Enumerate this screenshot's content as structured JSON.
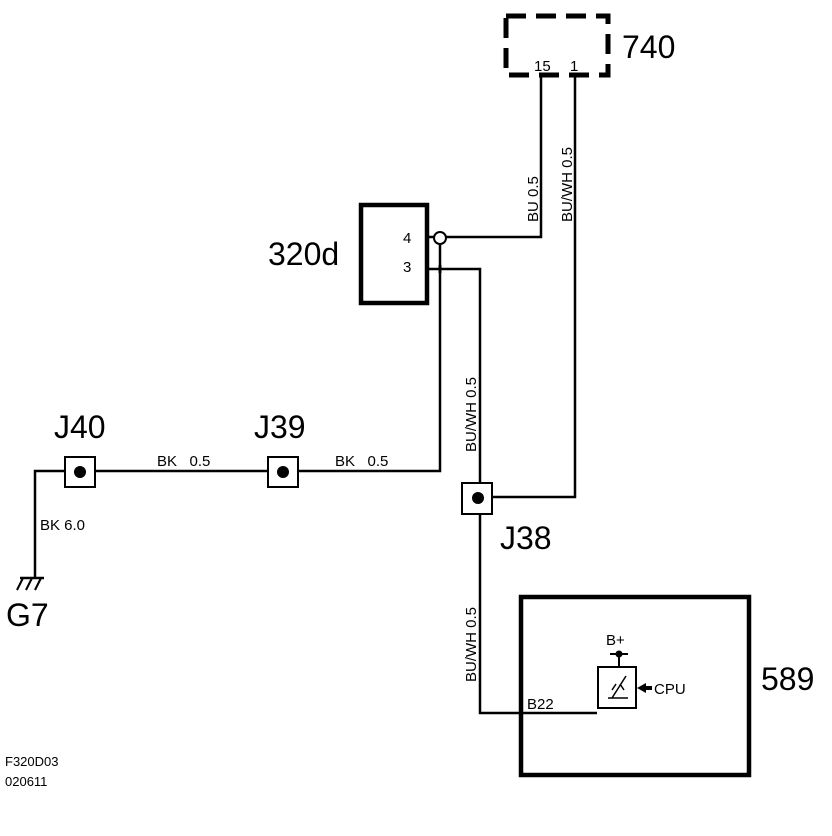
{
  "components": {
    "c740": {
      "id": "740",
      "pin_15": "15",
      "pin_1": "1"
    },
    "c320d": {
      "id": "320d",
      "pin_4": "4",
      "pin_3": "3"
    },
    "c589": {
      "id": "589",
      "b_plus": "B+",
      "cpu": "CPU",
      "pin": "B22"
    }
  },
  "junctions": {
    "j40": "J40",
    "j39": "J39",
    "j38": "J38"
  },
  "ground": "G7",
  "wires": {
    "w_bu": "BU  0.5",
    "w_buwh_740": "BU/WH  0.5",
    "w_buwh_320": "BU/WH  0.5",
    "w_buwh_589": "BU/WH  0.5",
    "w_bk_j40_j39": "BK   0.5",
    "w_bk_j39_320": "BK   0.5",
    "w_bk_ground": "BK  6.0"
  },
  "footer": {
    "code": "F320D03",
    "date": "020611"
  }
}
